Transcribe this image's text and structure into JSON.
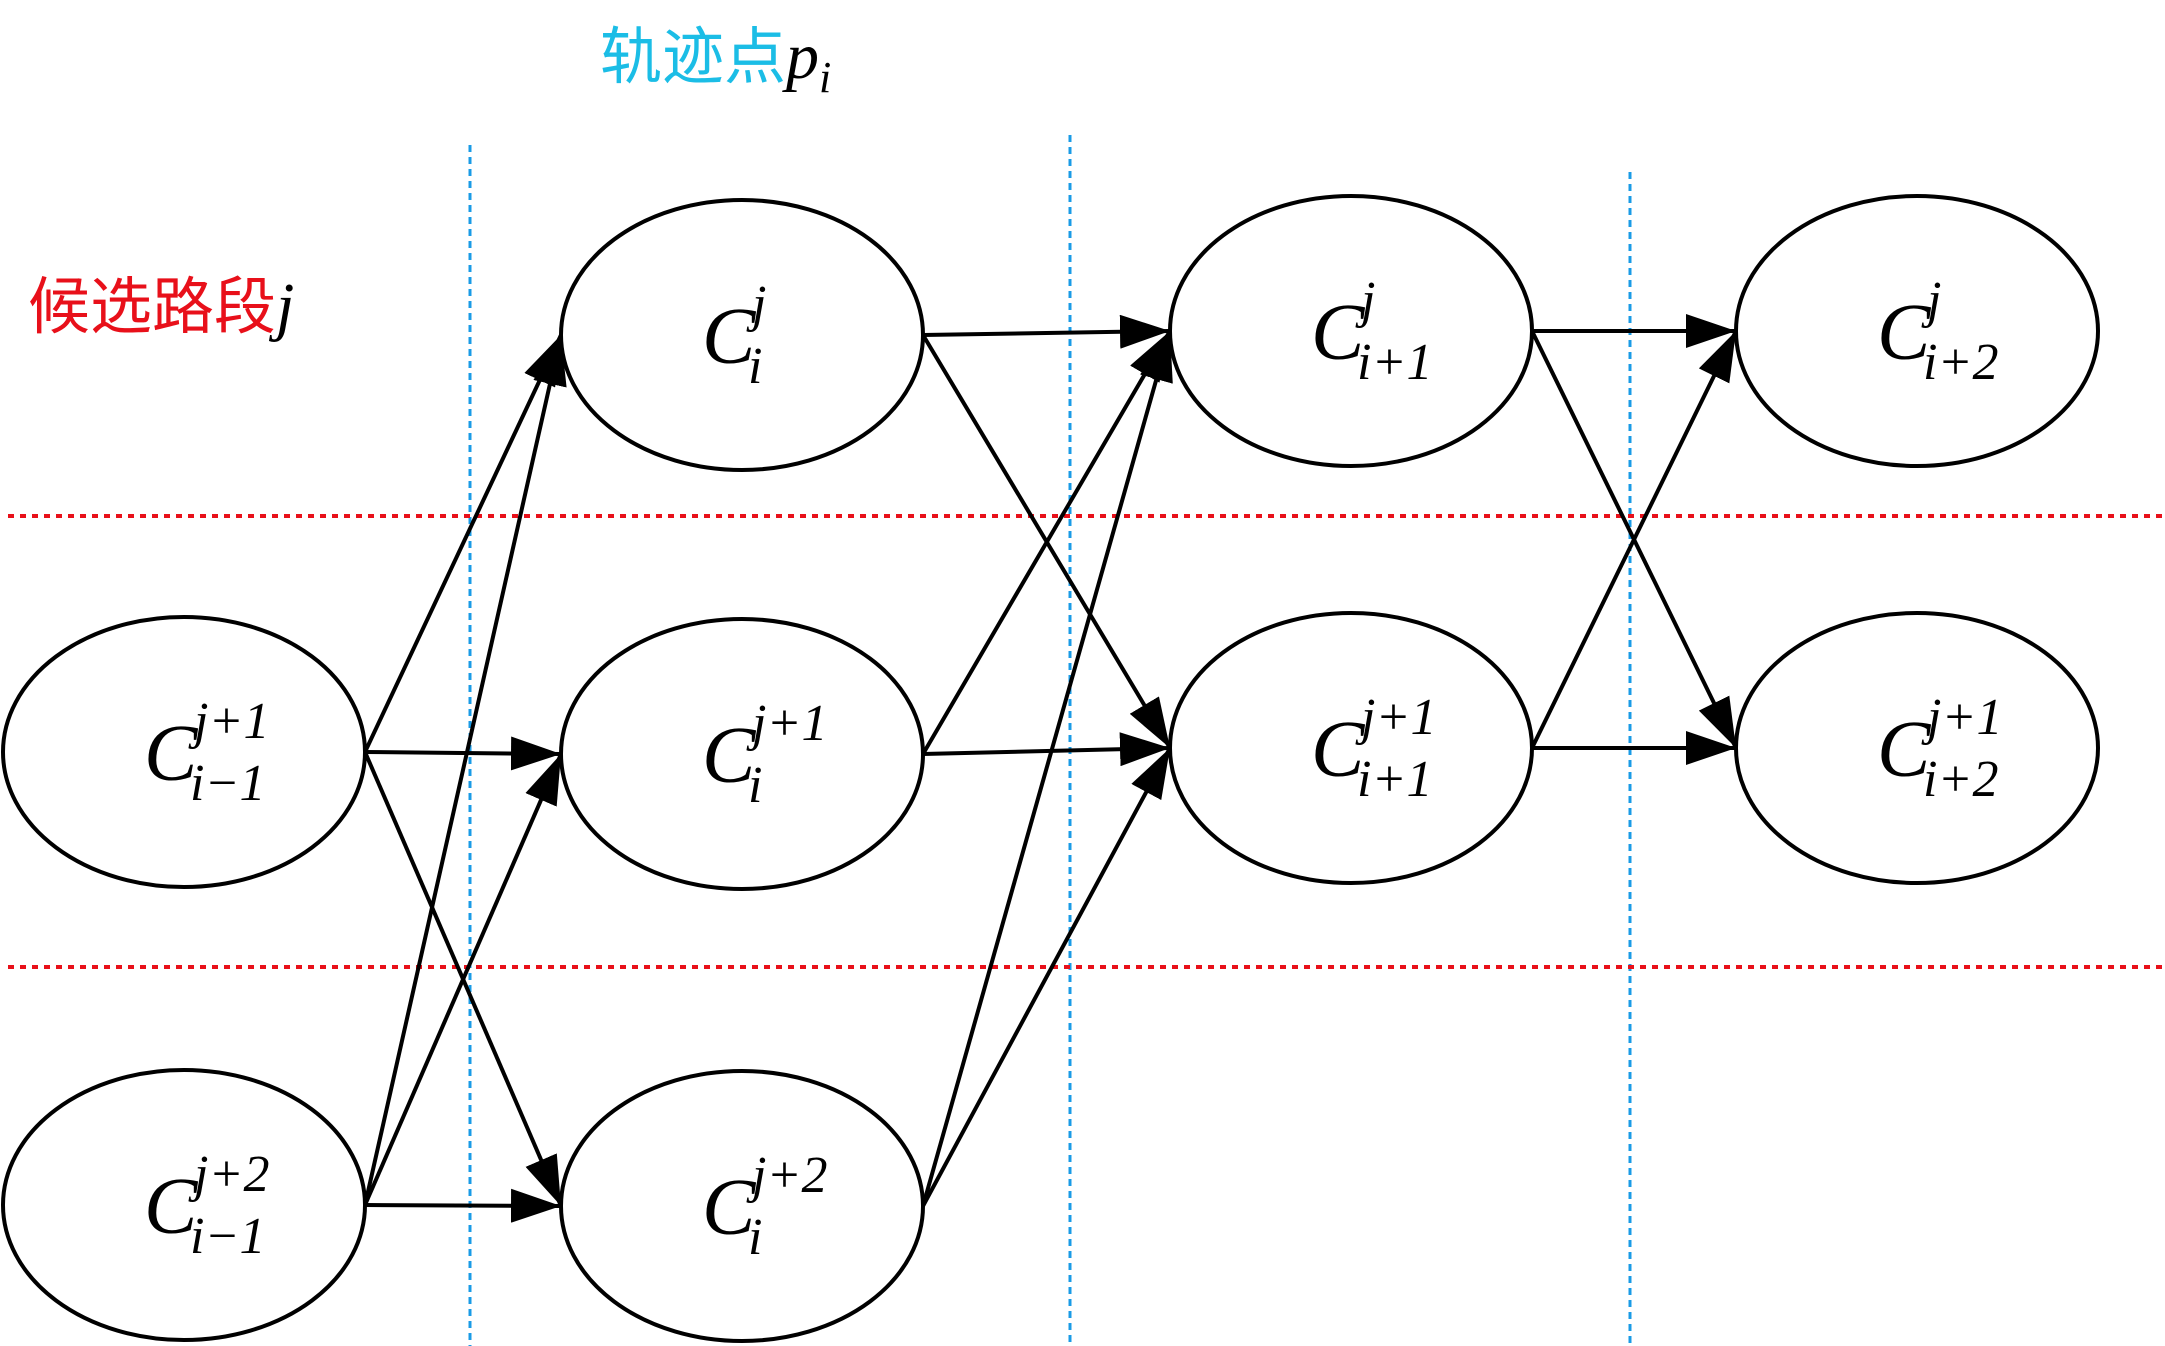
{
  "labels": {
    "trajectory_point": "轨迹点",
    "trajectory_symbol": "p",
    "trajectory_sub": "i",
    "candidate_segment": "候选路段",
    "candidate_symbol": "j"
  },
  "colors": {
    "trajectory_label": "#1bbde6",
    "candidate_label": "#e8101a",
    "column_divider": "#1a9be6",
    "row_divider": "#e8101a",
    "edge": "#000000",
    "node_stroke": "#000000"
  },
  "nodes": [
    {
      "id": "A1",
      "col": 0,
      "row": 1,
      "base": "C",
      "sup": "j+1",
      "sub": "i−1"
    },
    {
      "id": "A2",
      "col": 0,
      "row": 2,
      "base": "C",
      "sup": "j+2",
      "sub": "i−1"
    },
    {
      "id": "B0",
      "col": 1,
      "row": 0,
      "base": "C",
      "sup": "j",
      "sub": "i"
    },
    {
      "id": "B1",
      "col": 1,
      "row": 1,
      "base": "C",
      "sup": "j+1",
      "sub": "i"
    },
    {
      "id": "B2",
      "col": 1,
      "row": 2,
      "base": "C",
      "sup": "j+2",
      "sub": "i"
    },
    {
      "id": "C0",
      "col": 2,
      "row": 0,
      "base": "C",
      "sup": "j",
      "sub": "i+1"
    },
    {
      "id": "C1",
      "col": 2,
      "row": 1,
      "base": "C",
      "sup": "j+1",
      "sub": "i+1"
    },
    {
      "id": "D0",
      "col": 3,
      "row": 0,
      "base": "C",
      "sup": "j",
      "sub": "i+2"
    },
    {
      "id": "D1",
      "col": 3,
      "row": 1,
      "base": "C",
      "sup": "j+1",
      "sub": "i+2"
    }
  ],
  "edges": [
    {
      "from": "A1",
      "to": "B0"
    },
    {
      "from": "A1",
      "to": "B1"
    },
    {
      "from": "A1",
      "to": "B2"
    },
    {
      "from": "A2",
      "to": "B0"
    },
    {
      "from": "A2",
      "to": "B1"
    },
    {
      "from": "A2",
      "to": "B2"
    },
    {
      "from": "B0",
      "to": "C0"
    },
    {
      "from": "B0",
      "to": "C1"
    },
    {
      "from": "B1",
      "to": "C0"
    },
    {
      "from": "B1",
      "to": "C1"
    },
    {
      "from": "B2",
      "to": "C0"
    },
    {
      "from": "B2",
      "to": "C1"
    },
    {
      "from": "C0",
      "to": "D0"
    },
    {
      "from": "C0",
      "to": "D1"
    },
    {
      "from": "C1",
      "to": "D0"
    },
    {
      "from": "C1",
      "to": "D1"
    }
  ]
}
